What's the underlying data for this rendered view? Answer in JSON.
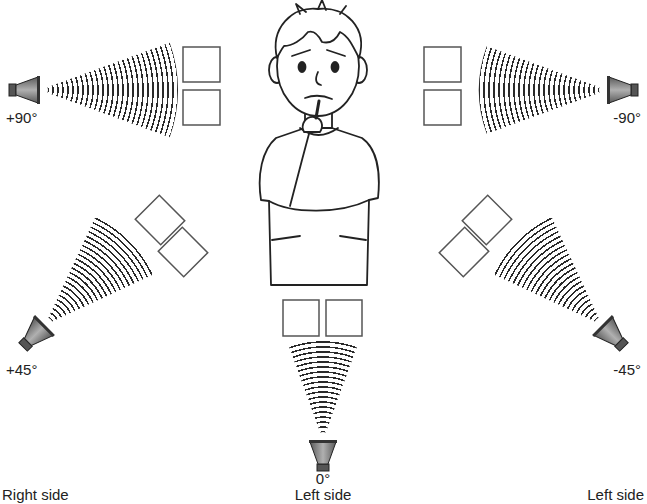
{
  "diagram": {
    "labels": [
      "+90°",
      "-90°",
      "+45°",
      "-45°",
      "0°",
      "Right side",
      "Left side",
      "Left side"
    ]
  }
}
